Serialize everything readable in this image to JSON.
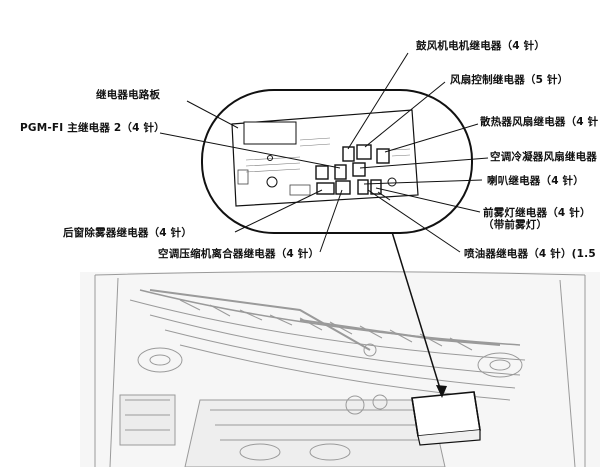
{
  "labels": {
    "blower_motor_relay": "鼓风机电机继电器（4 针）",
    "fan_control_relay": "风扇控制继电器（5 针）",
    "relay_board": "继电器电路板",
    "radiator_fan_relay": "散热器风扇继电器（4 针",
    "pgm_fi_main_relay": "PGM-FI 主继电器 2（4 针）",
    "ac_condenser_fan_relay": "空调冷凝器风扇继电器",
    "horn_relay": "喇叭继电器（4 针）",
    "front_fog_relay": "前雾灯继电器（4 针）",
    "front_fog_relay_note": "（带前雾灯）",
    "rear_defogger_relay": "后窗除雾器继电器（4 针）",
    "ac_clutch_relay": "空调压缩机离合器继电器（4 针）",
    "injector_relay": "喷油器继电器（4 针）(1.5"
  },
  "colors": {
    "line": "#111111",
    "engine_bay": "#9a9a9a",
    "engine_bay_fill": "#f4f4f4"
  }
}
